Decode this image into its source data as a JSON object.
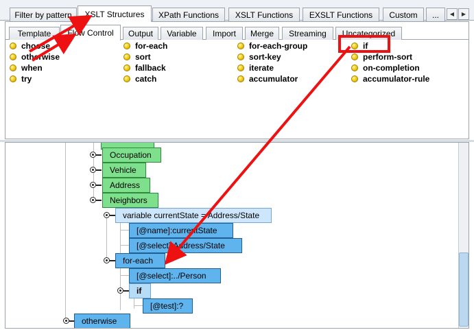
{
  "outer_tabs": [
    {
      "label": "Filter by pattern"
    },
    {
      "label": "XSLT Structures"
    },
    {
      "label": "XPath Functions"
    },
    {
      "label": "XSLT Functions"
    },
    {
      "label": "EXSLT Functions"
    },
    {
      "label": "Custom"
    },
    {
      "label": "..."
    }
  ],
  "inner_tabs": [
    {
      "label": "Template"
    },
    {
      "label": "Flow Control"
    },
    {
      "label": "Output"
    },
    {
      "label": "Variable"
    },
    {
      "label": "Import"
    },
    {
      "label": "Merge"
    },
    {
      "label": "Streaming"
    },
    {
      "label": "Uncategorized"
    }
  ],
  "flow_items": [
    [
      "choose",
      "otherwise",
      "when",
      "try"
    ],
    [
      "for-each",
      "sort",
      "fallback",
      "catch"
    ],
    [
      "for-each-group",
      "sort-key",
      "iterate",
      "accumulator"
    ],
    [
      "if",
      "perform-sort",
      "on-completion",
      "accumulator-rule"
    ]
  ],
  "tree": {
    "green_nodes": [
      "Occupation",
      "Vehicle",
      "Address",
      "Neighbors"
    ],
    "variable": "variable currentState = Address/State",
    "variable_attrs": [
      "[@name]:currentState",
      "[@select]:Address/State"
    ],
    "for_each": "for-each",
    "for_each_attr": "[@select]:../Person",
    "if_label": "if",
    "if_attr": "[@test]:?",
    "otherwise": "otherwise"
  },
  "colors": {
    "annotation": "#ee1111",
    "green_node": "#7ee08d",
    "blue_node": "#5fb4ee",
    "bullet": "#f4d21a"
  }
}
